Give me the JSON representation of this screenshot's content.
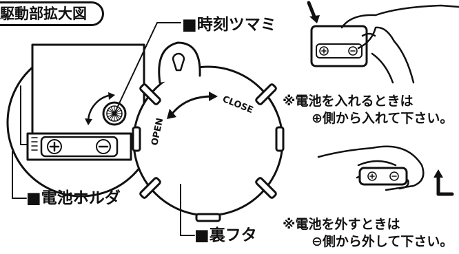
{
  "title": "駆動部拡大図",
  "labels": {
    "knob": "■時刻ツマミ",
    "battery_holder": "■電池ホルダ",
    "back_cover": "■裏フタ"
  },
  "dial": {
    "open": "OPEN",
    "close": "CLOSE"
  },
  "notes": {
    "insert_line1": "※電池を入れるときは",
    "insert_line2": "⊕側から入れて下さい。",
    "remove_line1": "※電池を外すときは",
    "remove_line2": "⊖側から外して下さい。"
  }
}
